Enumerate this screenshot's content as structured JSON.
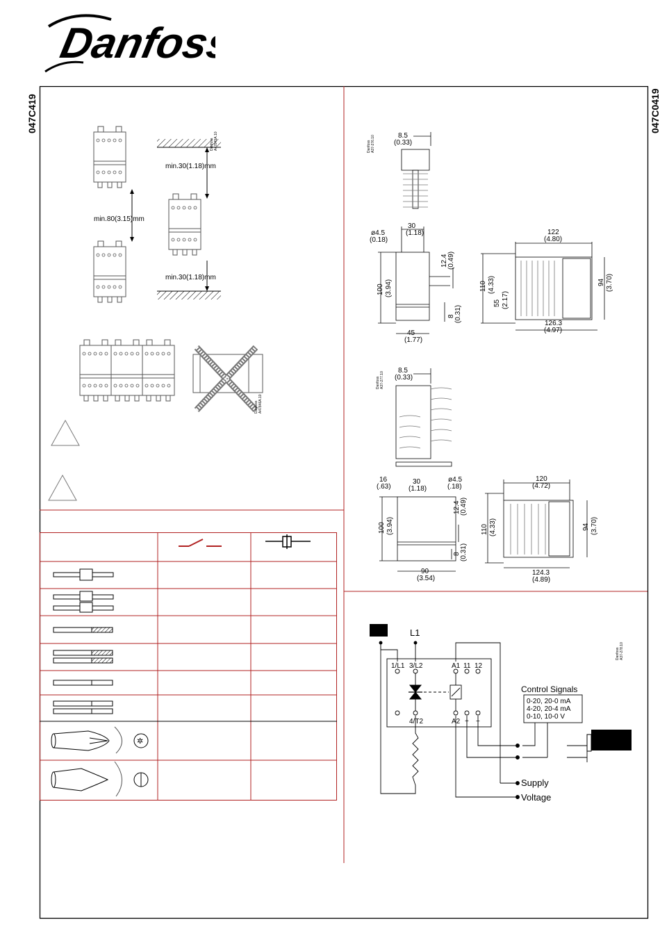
{
  "logo": {
    "text": "Danfoss"
  },
  "side_codes": {
    "left": "047C419",
    "right": "047C0419"
  },
  "spacing": {
    "min_top": "min.30(1.18)mm",
    "min_between": "min.80(3.15)mm",
    "min_bottom": "min.30(1.18)mm",
    "code1": "Danfoss",
    "code2": "A47845A.10",
    "code3": "Danfoss",
    "code4": "A47846A.10"
  },
  "dims1": {
    "code1": "Danfoss",
    "code2": "A37-276.10",
    "d8_5": "8.5",
    "d8_5_in": "(0.33)",
    "d4_5": "ø4.5",
    "d4_5_in": "(0.18)",
    "d30": "30",
    "d30_in": "(1.18)",
    "d12_4": "12.4",
    "d12_4_in": "(0.49)",
    "d100": "100",
    "d100_in": "(3.94)",
    "d8": "8",
    "d8_in": "(0.31)",
    "d45": "45",
    "d45_in": "(1.77)",
    "d122": "122",
    "d122_in": "(4.80)",
    "d110": "110",
    "d110_in": "(4.33)",
    "d55": "55",
    "d55_in": "(2.17)",
    "d94": "94",
    "d94_in": "(3.70)",
    "d126_3": "126.3",
    "d126_3_in": "(4.97)"
  },
  "dims2": {
    "code1": "Danfoss",
    "code2": "A37-277.10",
    "d8_5": "8.5",
    "d8_5_in": "(0.33)",
    "d16": "16",
    "d16_in": "(.63)",
    "d30": "30",
    "d30_in": "(1.18)",
    "d4_5": "ø4.5",
    "d4_5_in": "(.18)",
    "d12_4": "12.4",
    "d12_4_in": "(0.49)",
    "d100": "100",
    "d100_in": "(3.94)",
    "d8": "8",
    "d8_in": "(0.31)",
    "d90": "90",
    "d90_in": "(3.54)",
    "d120": "120",
    "d120_in": "(4.72)",
    "d110": "110",
    "d110_in": "(4.33)",
    "d94": "94",
    "d94_in": "(3.70)",
    "d124_3": "124.3",
    "d124_3_in": "(4.89)"
  },
  "wiring": {
    "code1": "Danfoss",
    "code2": "A37-278.10",
    "L1": "L1",
    "t_1L1": "1/L1",
    "t_3L2": "3/L2",
    "t_A1": "A1",
    "t_11": "11",
    "t_12": "12",
    "t_4T2": "4/T2",
    "t_A2": "A2",
    "t_plus": "+",
    "t_minus": "−",
    "control_title": "Control Signals",
    "sig1": "0-20, 20-0 mA",
    "sig2": "4-20, 20-4 mA",
    "sig3": "0-10, 10-0 V",
    "supply": "Supply",
    "voltage": "Voltage"
  }
}
